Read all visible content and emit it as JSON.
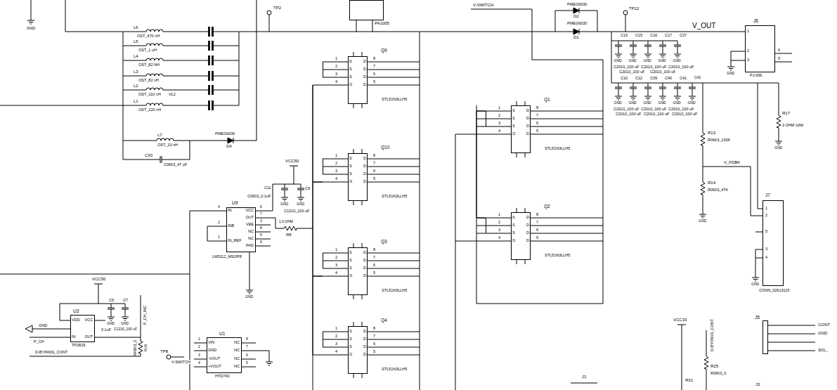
{
  "diagram": {
    "nodes": [
      {
        "text": [
          "PA1005"
        ]
      },
      {
        "text": [
          "Q9",
          "1",
          "2",
          "3",
          "4",
          "S",
          "S",
          "S",
          "G",
          "8",
          "7",
          "6",
          "5",
          "D",
          "D",
          "D",
          "D",
          "STL51N3LLH5"
        ]
      },
      {
        "text": [
          "Q10",
          "1",
          "2",
          "3",
          "4",
          "S",
          "S",
          "S",
          "G",
          "8",
          "7",
          "6",
          "5",
          "D",
          "D",
          "D",
          "D",
          "STL51N3LLH5"
        ]
      },
      {
        "text": [
          "Q3",
          "1",
          "2",
          "3",
          "4",
          "S",
          "S",
          "S",
          "G",
          "8",
          "7",
          "6",
          "5",
          "D",
          "D",
          "D",
          "D",
          "STL51N3LLH5"
        ]
      },
      {
        "text": [
          "Q4",
          "1",
          "2",
          "3",
          "4",
          "S",
          "S",
          "S",
          "G",
          "8",
          "7",
          "6",
          "5",
          "D",
          "D",
          "D",
          "D",
          "STL51N3LLH5"
        ]
      },
      {
        "text": [
          "Q1",
          "1",
          "2",
          "3",
          "4",
          "S",
          "S",
          "S",
          "G",
          "8",
          "7",
          "6",
          "5",
          "D",
          "D",
          "D",
          "D",
          "STL51N3LLH5"
        ]
      },
      {
        "text": [
          "Q2",
          "1",
          "2",
          "3",
          "4",
          "S",
          "S",
          "S",
          "G",
          "8",
          "7",
          "6",
          "5",
          "D",
          "D",
          "D",
          "D",
          "STL51N3LLH5"
        ]
      },
      {
        "text": [
          "U9",
          "4",
          "IN",
          "2",
          "INB",
          "1",
          "IN_REF",
          "6",
          "VCC",
          "7",
          "OUT",
          "3",
          "VEE",
          "8",
          "NC",
          "5",
          "NC",
          "9",
          "PAD",
          "LM5112_MSOP8"
        ]
      },
      {
        "text": [
          "U3",
          "VDD",
          "IN",
          "VCC",
          "OUT",
          "TP2829"
        ]
      },
      {
        "text": [
          "U1",
          "1",
          "VIN",
          "2",
          "GND",
          "3",
          "-VOUT",
          "4",
          "+VOUT",
          "8",
          "NC",
          "7",
          "NC",
          "6",
          "NC",
          "5",
          "NC",
          "HTD740"
        ]
      },
      {
        "text": [
          "J6",
          "1",
          "2",
          "3",
          "6",
          "5",
          "PJ-056"
        ]
      },
      {
        "text": [
          "J7",
          "1",
          "2",
          "5",
          "3",
          "4",
          "CONN_02613115"
        ]
      },
      {
        "text": [
          "J5"
        ]
      }
    ],
    "edges": [
      {
        "from": 1,
        "to": 2,
        "arrow": "none"
      },
      {
        "from": 2,
        "to": 3,
        "arrow": "none"
      },
      {
        "from": 3,
        "to": 4,
        "arrow": "none"
      },
      {
        "from": 5,
        "to": 6,
        "arrow": "none"
      }
    ],
    "labels": [
      "GND",
      "L6",
      "OST_470 nH",
      "L5",
      "OST_1 uH",
      "L4",
      "OST_82 NH",
      "L3",
      "OST_82 nH",
      "L2",
      "OST_110 nH",
      "VL2",
      "L1",
      "OST_220 nH",
      "L7",
      "OST_10 nH",
      "PMEG6030",
      "D4",
      "C30",
      "C0603_47 pF",
      "TP2",
      "V-SWITCH",
      "PMEG6030",
      "D2",
      "PMEG6030",
      "D1",
      "TP12",
      "V_OUT",
      "C13",
      "C2010_100 uF",
      "GND",
      "C15",
      "C2010_100 uF",
      "GND",
      "C16",
      "C2010_100 uF",
      "GND",
      "C17",
      "C2010_100 uF",
      "GND",
      "C27",
      "C2010_100 uF",
      "GND",
      "C10",
      "C2010_100 uF",
      "GND",
      "C12",
      "C2010_100 uF",
      "GND",
      "C39",
      "C2010_100 uF",
      "GND",
      "C40",
      "C2010_100 uF",
      "GND",
      "C41",
      "C2010_100 uF",
      "GND",
      "C42",
      "C2010_100 uF",
      "GND",
      "R17",
      "3 OHM 10W",
      "GND",
      "R13",
      "R0603_130K",
      "V_FDBK",
      "R14",
      "R0603_47K",
      "GND",
      "GND",
      "GND",
      "VCC50",
      "C11",
      "C0603_0.1uF",
      "GND",
      "C9",
      "C1210_100 uF",
      "GND",
      "1.0 OHM",
      "R8",
      "GND",
      "VCC50",
      "C5",
      "0.1uF",
      "GND",
      "C7",
      "C1210_100 uF",
      "GND",
      "GND",
      "P_CH",
      "D-BYPASS_CONT",
      "P_CH_INC",
      "R16",
      "R0603_0",
      "TP8",
      "V-SWITCH",
      "VCC33",
      "D-BYPASS_CONT",
      "R25",
      "R0603_0",
      "R31",
      "J1",
      "J3",
      "CONT",
      "GND",
      "SIG_"
    ]
  }
}
